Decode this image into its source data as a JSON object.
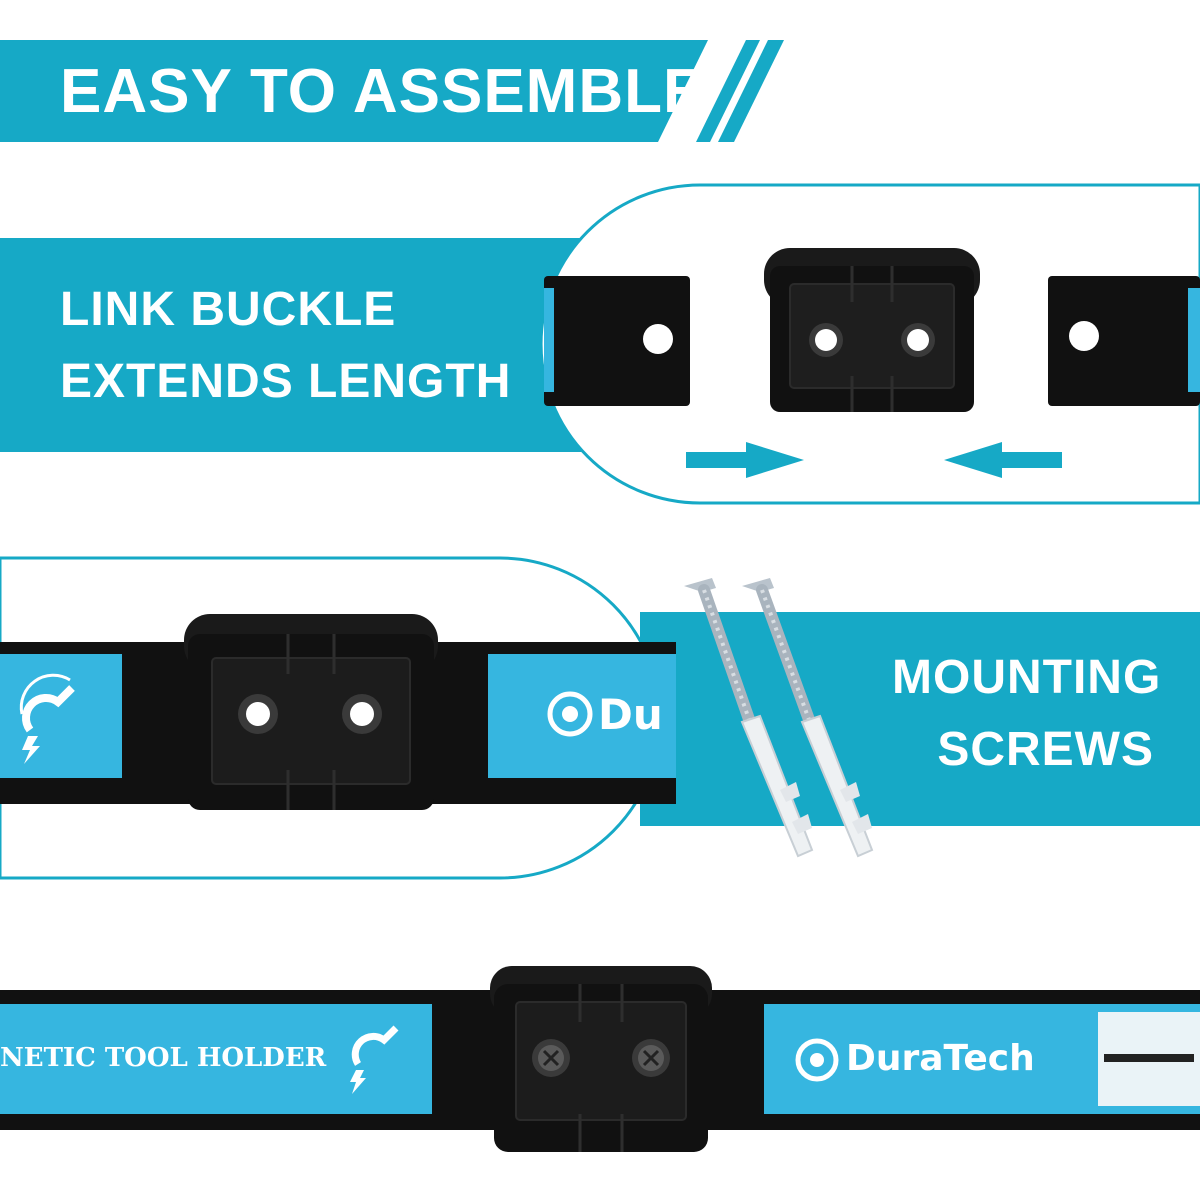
{
  "banner": {
    "title": "EASY TO ASSEMBLE"
  },
  "section_link": {
    "line1": "LINK BUCKLE",
    "line2": "EXTENDS LENGTH"
  },
  "section_screws": {
    "line1": "MOUNTING",
    "line2": "SCREWS"
  },
  "rail_labels": {
    "partial_brand": "Du",
    "product_text": "NETIC TOOL HOLDER",
    "brand": "DuraTech"
  },
  "colors": {
    "accent": "#16a9c6",
    "rail_blue": "#36b6e0",
    "buckle_black": "#111111",
    "text_white": "#ffffff"
  },
  "icons": [
    "magnet-icon",
    "lightning-icon",
    "gear-logo-icon",
    "arrow-right-icon",
    "arrow-left-icon",
    "screw-icon",
    "wall-anchor-icon"
  ]
}
